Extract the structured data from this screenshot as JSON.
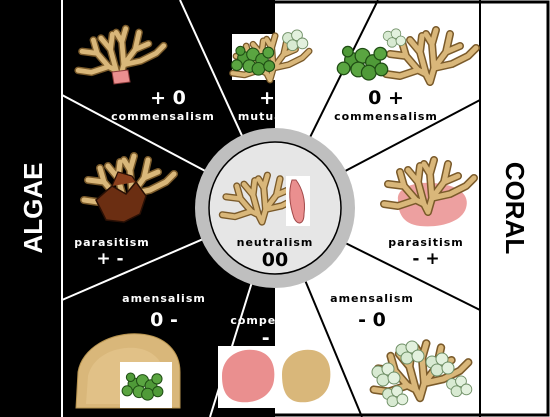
{
  "side_labels": {
    "left": "ALGAE",
    "right": "CORAL"
  },
  "center": {
    "label": "neutralism",
    "symbol": "00"
  },
  "interactions": {
    "top_left": {
      "label": "commensalism",
      "symbol": "+ 0"
    },
    "top_center": {
      "label": "mutualism",
      "symbol": "++"
    },
    "top_right": {
      "label": "commensalism",
      "symbol": "0 +"
    },
    "mid_left": {
      "label": "parasitism",
      "symbol": "+ -"
    },
    "mid_right": {
      "label": "parasitism",
      "symbol": "- +"
    },
    "bottom_left": {
      "label": "amensalism",
      "symbol": "0 -"
    },
    "bottom_center": {
      "label": "competition",
      "symbol": "- -"
    },
    "bottom_right": {
      "label": "amensalism",
      "symbol": "- 0"
    }
  },
  "colors": {
    "algae_side": "#000000",
    "coral_side": "#ffffff",
    "coral_branch": "#d9b77a",
    "coral_outline": "#7a5a2a",
    "green_algae": "#4f9a38",
    "pale_algae": "#d8ead2",
    "red_algae": "#ea8f8f",
    "brown_algae": "#6b2e12",
    "center_ring": "#bfbfbf",
    "center_disc": "#e6e6e6"
  }
}
